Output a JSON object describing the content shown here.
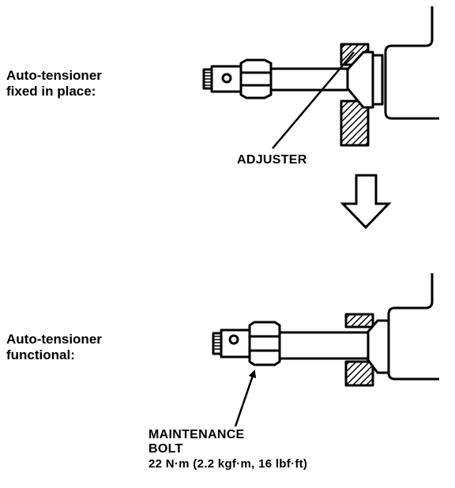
{
  "states": {
    "fixed": {
      "line1": "Auto-tensioner",
      "line2": "fixed in place:"
    },
    "functional": {
      "line1": "Auto-tensioner",
      "line2": "functional:"
    }
  },
  "callouts": {
    "adjuster": "ADJUSTER",
    "bolt_line1": "MAINTENANCE",
    "bolt_line2": "BOLT",
    "torque": "22 N·m (2.2 kgf·m, 16 lbf·ft)"
  }
}
